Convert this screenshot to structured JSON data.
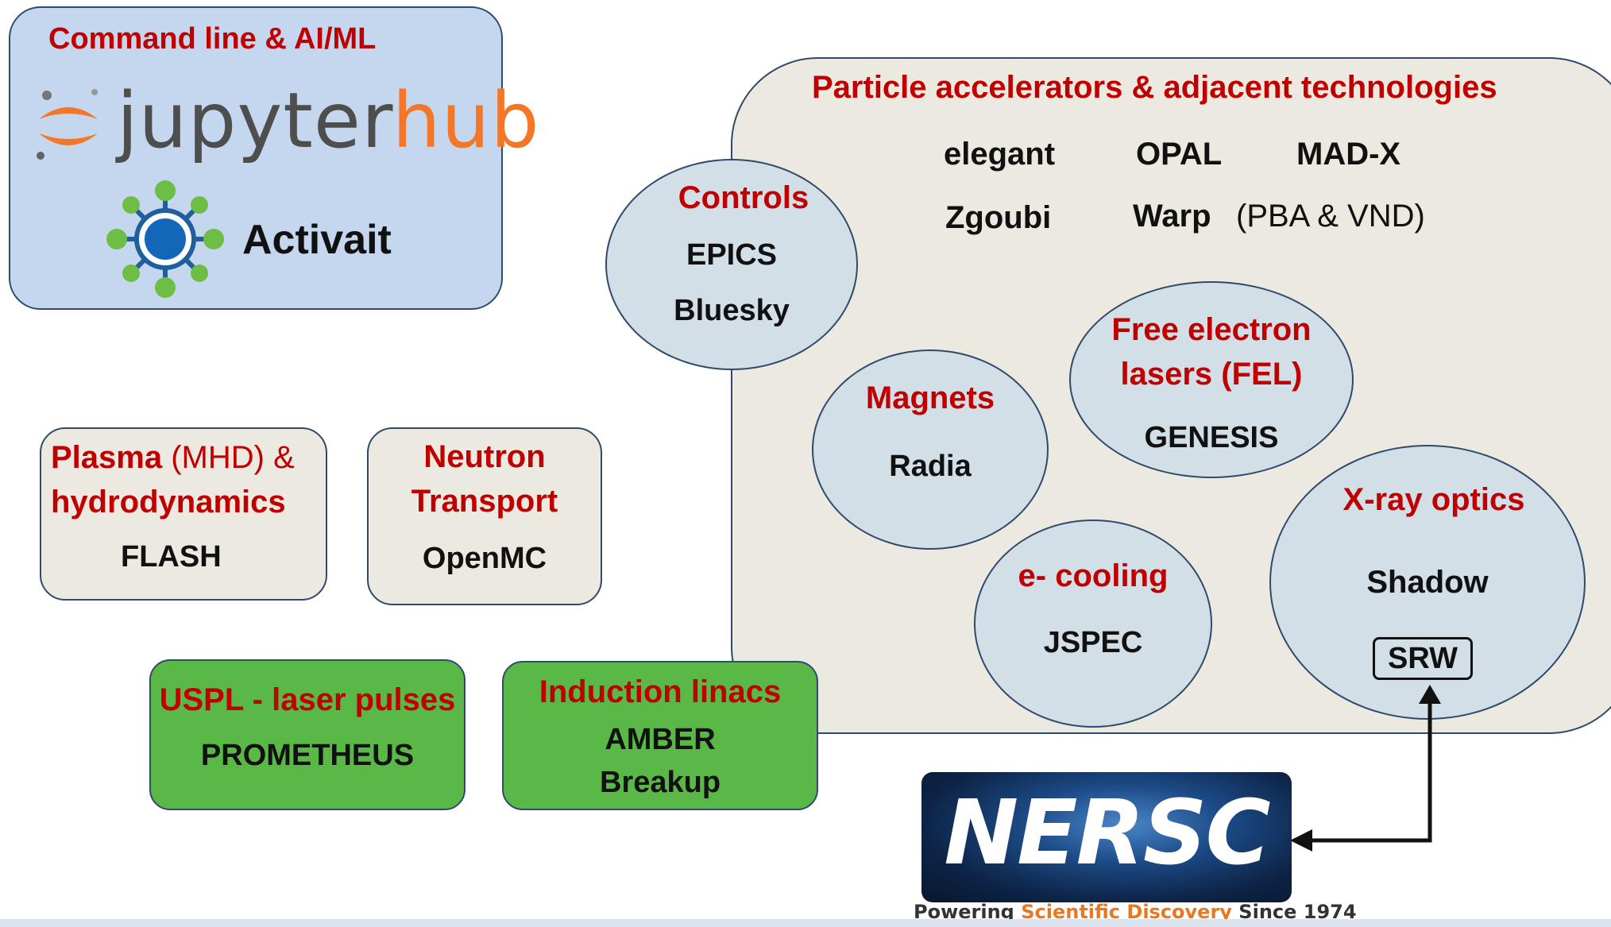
{
  "cli_box": {
    "title": "Command line & AI/ML",
    "jupyter_wordmark_a": "jupyter",
    "jupyter_wordmark_b": "hub",
    "activait": "Activait"
  },
  "accel": {
    "title": "Particle accelerators & adjacent technologies",
    "codes": [
      "elegant",
      "OPAL",
      "MAD-X",
      "Zgoubi",
      "Warp"
    ],
    "warp_note": "(PBA & VND)"
  },
  "controls": {
    "title": "Controls",
    "items": [
      "EPICS",
      "Bluesky"
    ]
  },
  "magnets": {
    "title": "Magnets",
    "item": "Radia"
  },
  "fel": {
    "title_1": "Free electron",
    "title_2": "lasers (FEL)",
    "item": "GENESIS"
  },
  "ecool": {
    "title": "e- cooling",
    "item": "JSPEC"
  },
  "xray": {
    "title": "X-ray optics",
    "item": "Shadow",
    "boxed_item": "SRW"
  },
  "plasma": {
    "title_red_1": "Plasma",
    "title_norm": " (MHD) &",
    "title_red_2": "hydrodynamics",
    "item": "FLASH"
  },
  "neutron": {
    "title_1": "Neutron",
    "title_2": "Transport",
    "item": "OpenMC"
  },
  "uspl": {
    "title": "USPL - laser pulses",
    "item": "PROMETHEUS"
  },
  "induction": {
    "title": "Induction linacs",
    "items": [
      "AMBER",
      "Breakup"
    ]
  },
  "nersc": {
    "logo_text": "NERSC",
    "tagline_a": "Powering ",
    "tagline_b": "Scientific Discovery",
    "tagline_c": " Since 1974"
  },
  "colors": {
    "title_red": "#c00000",
    "cli_bg": "#c5d7ee",
    "accel_bg": "#ece9e0",
    "ellipse_bg": "#d2dfe6",
    "green_bg": "#5ab946",
    "jupyter_orange": "#f37726",
    "nersc_orange": "#e87722"
  }
}
